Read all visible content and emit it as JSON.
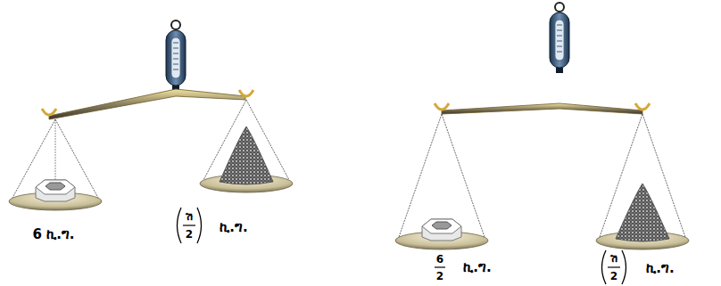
{
  "diagram": {
    "labels": [
      "6 ኪ.ግ.",
      "ሽ",
      "2",
      "ኪ.ግ.",
      "6",
      "2",
      "ኪ.ግ.",
      "ሽ",
      "2",
      "ኪ.ግ."
    ]
  }
}
